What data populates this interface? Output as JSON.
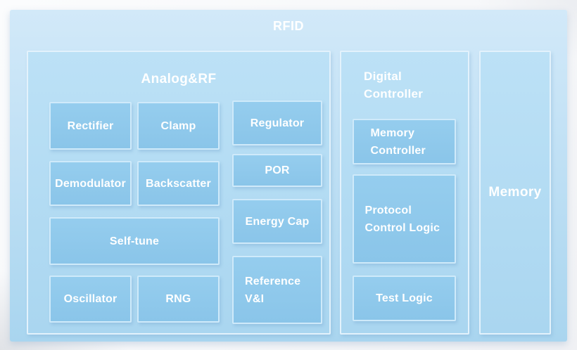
{
  "diagram": {
    "title": "RFID",
    "sections": {
      "analog_rf": {
        "label": "Analog&RF",
        "blocks": {
          "rectifier": "Rectifier",
          "clamp": "Clamp",
          "regulator": "Regulator",
          "demodulator": "Demodulator",
          "backscatter": "Backscatter",
          "por": "POR",
          "self_tune": "Self-tune",
          "energy_cap": "Energy Cap",
          "oscillator": "Oscillator",
          "rng": "RNG",
          "reference_vi": "Reference V&I"
        }
      },
      "digital_controller": {
        "label": "Digital Controller",
        "blocks": {
          "memory_controller": "Memory Controller",
          "protocol_control_logic": "Protocol Control Logic",
          "test_logic": "Test Logic"
        }
      },
      "memory": {
        "label": "Memory"
      }
    },
    "colors": {
      "page-bg": "#f6f7f9",
      "chip-top": "#d2e9f9",
      "chip-bottom": "#a9d5ef",
      "section-top": "#bce1f6",
      "section-bottom": "#aad6f0",
      "section-border": "#e3f2fc",
      "block-top": "#95cdee",
      "block-bottom": "#8ac5e9",
      "block-border": "#cfeafa",
      "label-color": "#ffffff"
    }
  }
}
